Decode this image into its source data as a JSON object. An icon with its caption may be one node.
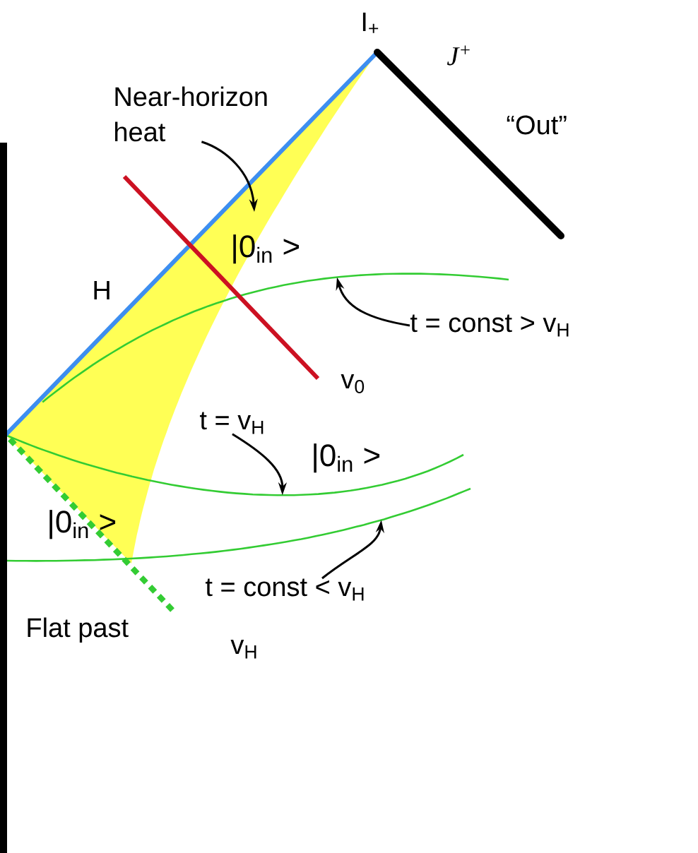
{
  "diagram": {
    "nodes": [
      {
        "text": [
          "Near-horizon heat"
        ]
      },
      {
        "text": [],
        "shape": "curve"
      },
      {
        "text": [
          "t = const > v$_{H}$"
        ]
      },
      {
        "text": [
          "t = v$_{H}$"
        ]
      },
      {
        "text": [],
        "shape": "curve"
      },
      {
        "text": [],
        "shape": "curve"
      },
      {
        "text": [
          "t = const < v$_{H}$"
        ]
      }
    ],
    "edges": [
      {
        "from": 0,
        "to": null,
        "arrow": "to"
      },
      {
        "from": 2,
        "to": 1,
        "arrow": "to"
      },
      {
        "from": 3,
        "to": 4,
        "arrow": "to"
      },
      {
        "from": 6,
        "to": 5,
        "arrow": "to"
      }
    ],
    "labels": [
      "I$_{+}$",
      "J$^{+}$",
      "“Out”",
      "|0$_{in}$ >",
      "H",
      "v$_{0}$",
      "|0$_{in}$ >",
      "|0$_{in}$ >",
      "Flat past",
      "v$_{H}$"
    ]
  }
}
